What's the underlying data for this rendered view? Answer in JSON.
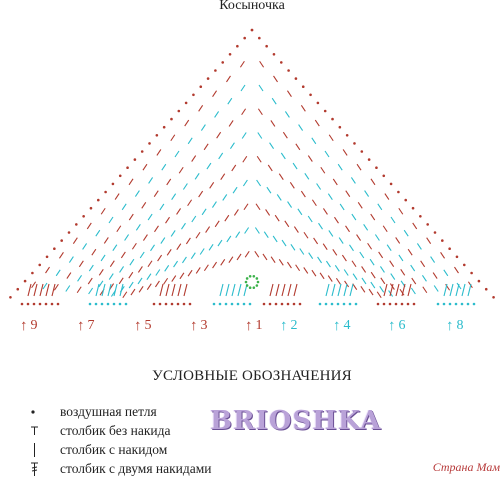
{
  "title": "Косыночка",
  "row_labels": [
    {
      "num": "9",
      "color": "#b23a2e",
      "side": "left"
    },
    {
      "num": "7",
      "color": "#b23a2e",
      "side": "left"
    },
    {
      "num": "5",
      "color": "#b23a2e",
      "side": "left"
    },
    {
      "num": "3",
      "color": "#b23a2e",
      "side": "left"
    },
    {
      "num": "1",
      "color": "#b23a2e",
      "side": "left"
    },
    {
      "num": "2",
      "color": "#2bbccc",
      "side": "right"
    },
    {
      "num": "4",
      "color": "#2bbccc",
      "side": "right"
    },
    {
      "num": "6",
      "color": "#2bbccc",
      "side": "right"
    },
    {
      "num": "8",
      "color": "#2bbccc",
      "side": "right"
    }
  ],
  "legend": {
    "title": "УСЛОВНЫЕ ОБОЗНАЧЕНИЯ",
    "items": [
      {
        "symbol": "chain-dot-icon",
        "label": "воздушная петля"
      },
      {
        "symbol": "single-crochet-icon",
        "label": "столбик без накида"
      },
      {
        "symbol": "double-crochet-icon",
        "label": "столбик с накидом"
      },
      {
        "symbol": "treble-crochet-icon",
        "label": "столбик с двумя накидами"
      }
    ]
  },
  "brand": "BRIOSHKA",
  "watermark": "Страна Мам",
  "colors": {
    "odd_rows": "#b23a2e",
    "even_rows": "#2bbccc",
    "center": "#3cb24a"
  }
}
